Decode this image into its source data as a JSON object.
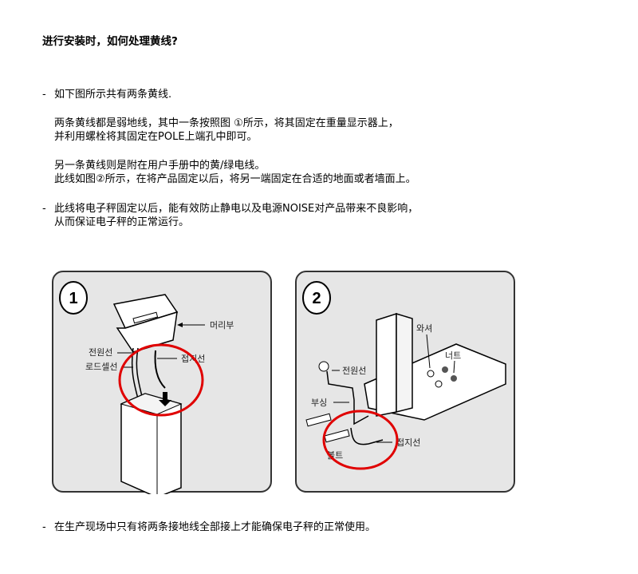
{
  "title": "进行安装时，如何处理黄线?",
  "bullets": [
    {
      "marker": "-",
      "lines": [
        "如下图所示共有两条黄线."
      ]
    },
    {
      "marker": "",
      "lines": [
        "两条黄线都是弱地线，其中一条按照图 ①所示，将其固定在重量显示器上，",
        "并利用螺栓将其固定在POLE上端孔中即可。"
      ]
    },
    {
      "marker": "",
      "lines": [
        "另一条黄线则是附在用户手册中的黄/绿电线。",
        "此线如图②所示，在将产品固定以后，将另一端固定在合适的地面或者墙面上。"
      ]
    },
    {
      "marker": "-",
      "lines": [
        "此线将电子秤固定以后，能有效防止静电以及电源NOISE对产品带来不良影响，",
        "从而保证电子秤的正常运行。"
      ]
    },
    {
      "marker": "-",
      "lines": [
        "在生产现场中只有将两条接地线全部接上才能确保电子秤的正常使用。"
      ]
    }
  ],
  "figure1": {
    "number": "1",
    "labels": {
      "head": "머리부",
      "power": "전원선",
      "loadcell": "로드셀선",
      "ground": "접지선"
    }
  },
  "figure2": {
    "number": "2",
    "labels": {
      "washer": "와셔",
      "nut": "너트",
      "power": "전원선",
      "bushing": "부싱",
      "bolt": "볼트",
      "ground": "접지선"
    }
  },
  "colors": {
    "panel_bg": "#e6e6e6",
    "highlight": "#e00000"
  }
}
